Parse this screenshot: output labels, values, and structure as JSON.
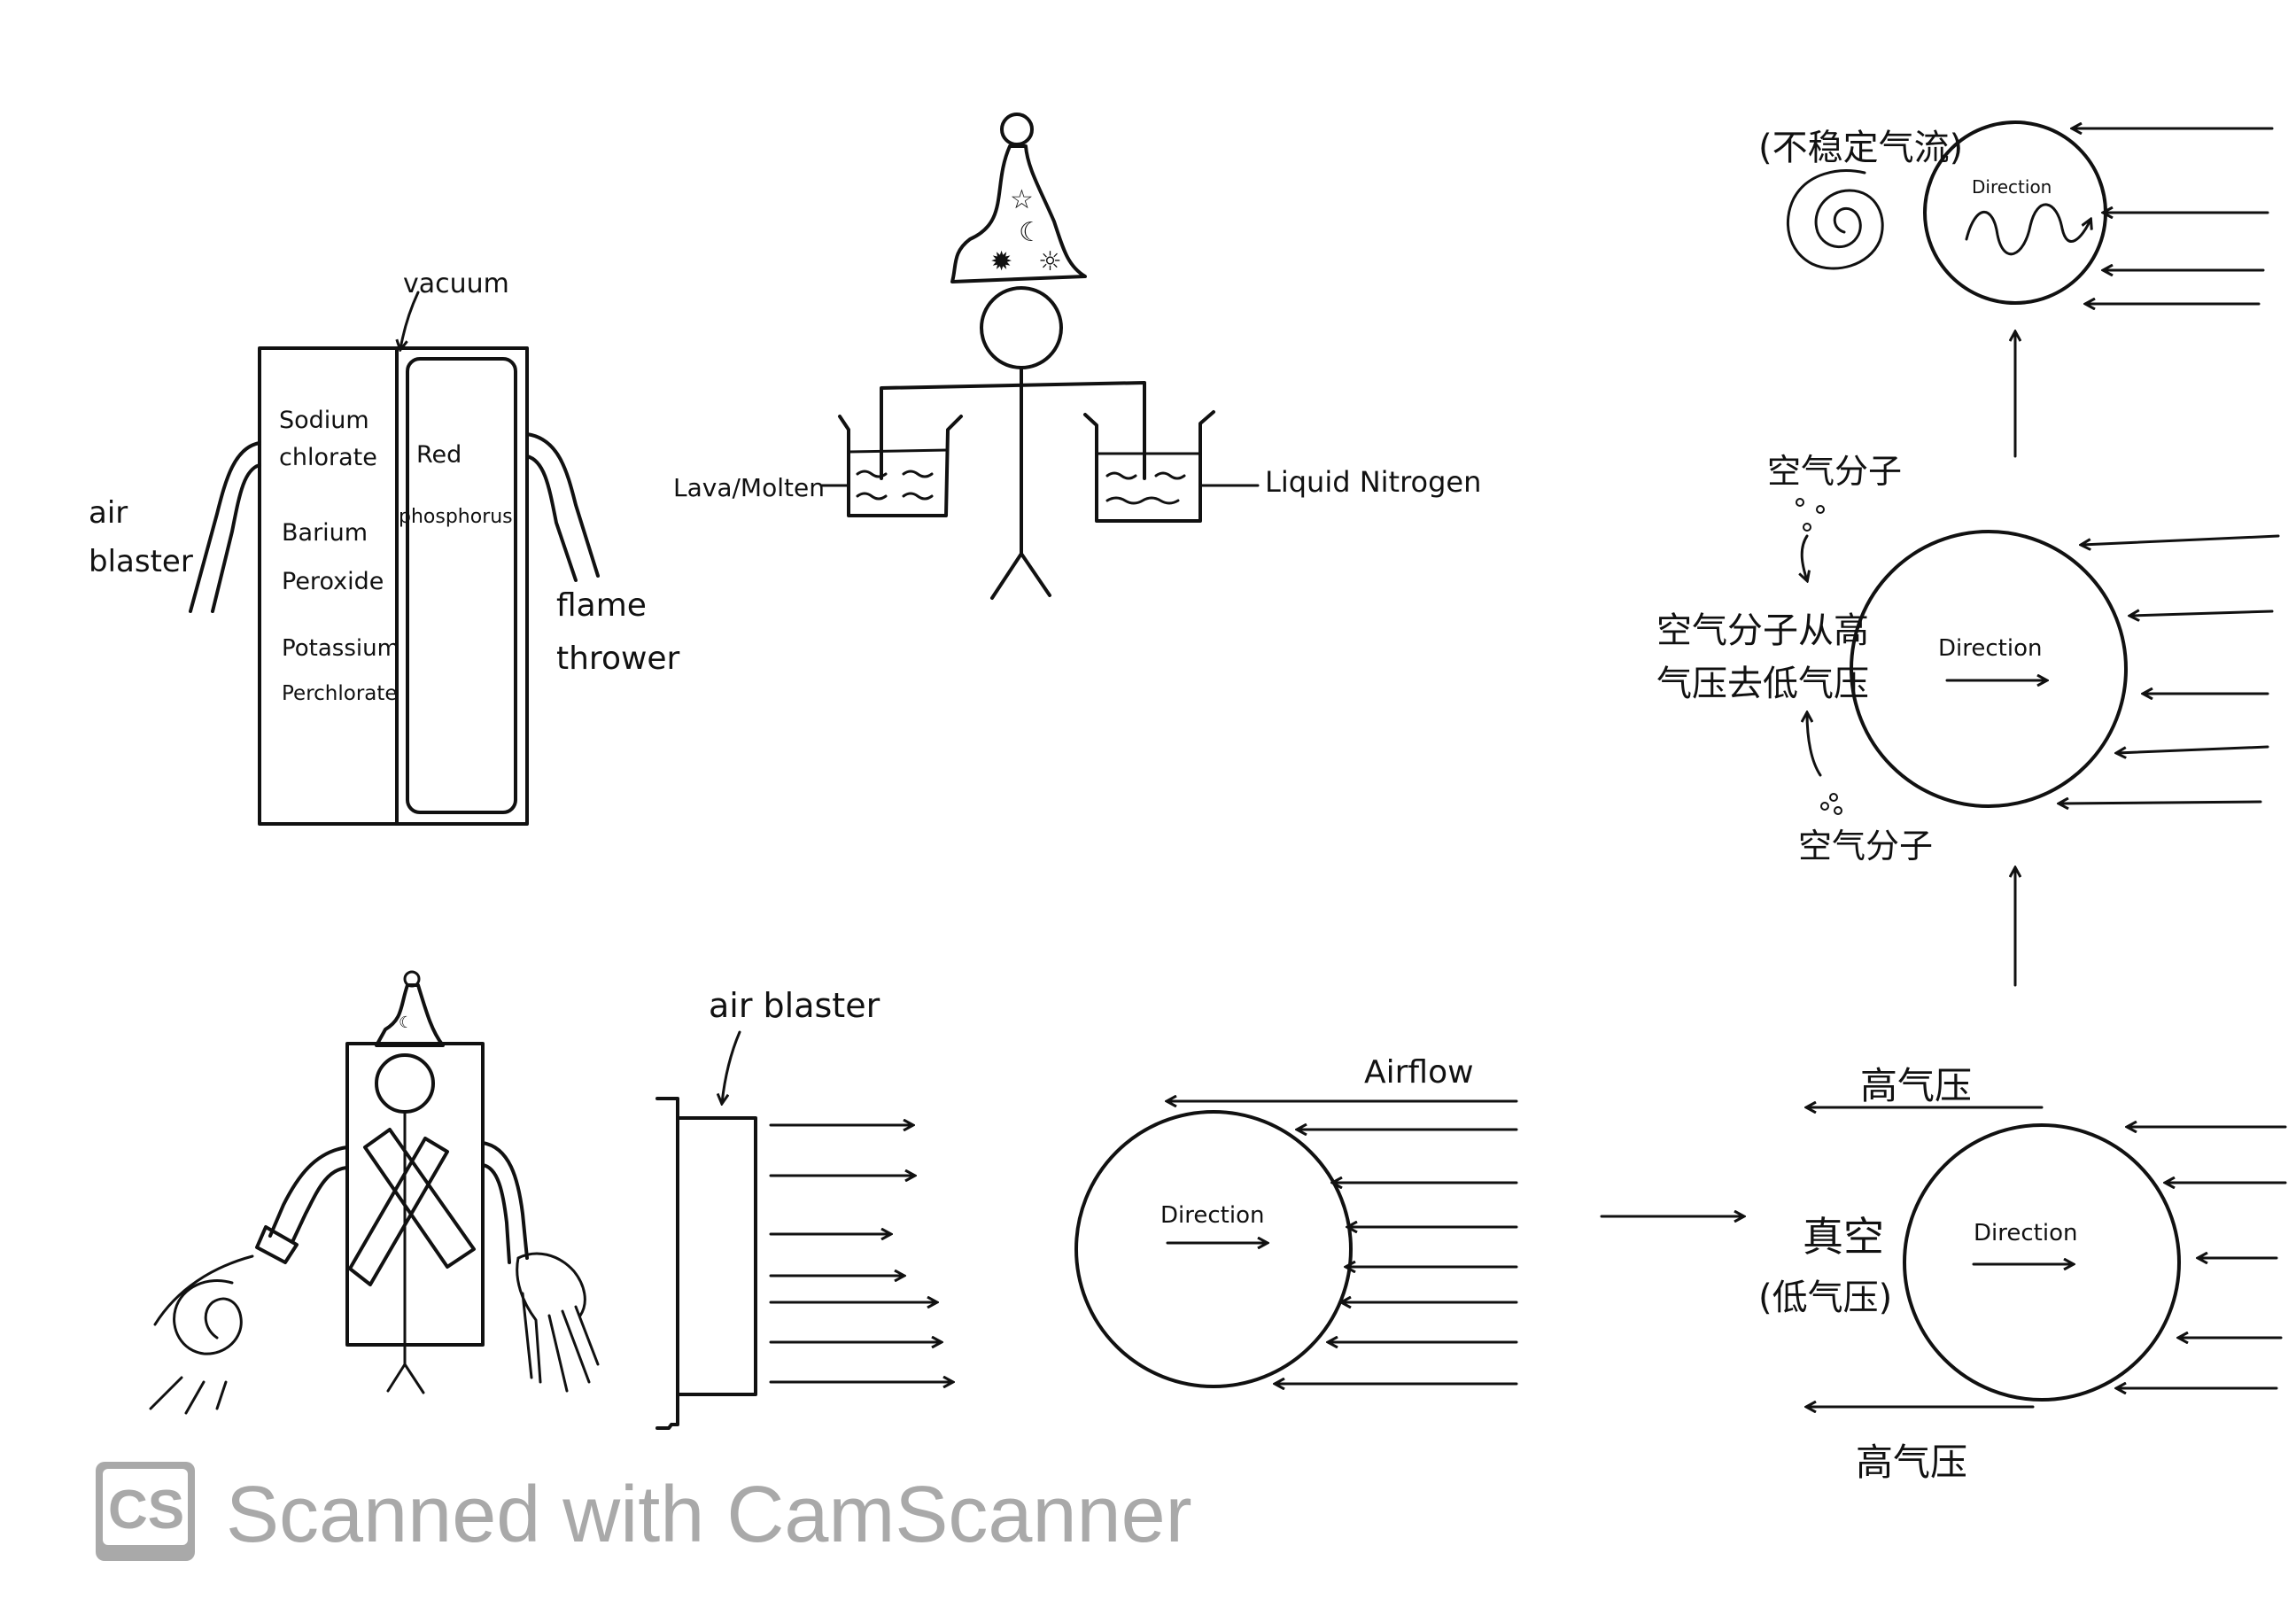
{
  "panel_vest": {
    "vacuum": "vacuum",
    "col1_line1": "Sodium",
    "col1_line2": "chlorate",
    "col1_line3": "Barium",
    "col1_line4": "Peroxide",
    "col1_line5": "Potassium",
    "col1_line6": "Perchlorate",
    "col2_line1": "Red",
    "col2_line2": "phosphorus",
    "left_line1": "air",
    "left_line2": "blaster",
    "right_line1": "flame",
    "right_line2": "thrower"
  },
  "panel_wizard": {
    "left_label": "Lava/Molten",
    "right_label": "Liquid Nitrogen"
  },
  "panel_blaster": {
    "label": "air blaster"
  },
  "panel_airflow": {
    "airflow": "Airflow",
    "direction": "Direction"
  },
  "panel_pressure": {
    "top": "高气压",
    "left_line1": "真空",
    "left_line2": "(低气压)",
    "bottom": "高气压",
    "direction": "Direction"
  },
  "panel_molecules": {
    "top_label": "空气分子",
    "mid_line1": "空气分子从高",
    "mid_line2": "气压去低气压",
    "bottom_label": "空气分子",
    "direction": "Direction"
  },
  "panel_turbulence": {
    "label": "(不稳定气流)",
    "direction": "Direction"
  },
  "watermark": {
    "logo": "CS",
    "text": "Scanned with CamScanner"
  }
}
